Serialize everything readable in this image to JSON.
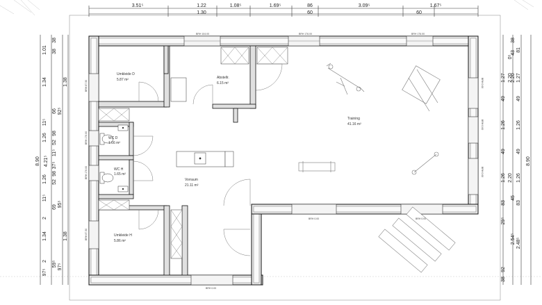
{
  "top_dimensions": {
    "row1": [
      "3.51⁵",
      "1.22",
      "1.08⁵",
      "1.69⁵",
      "86",
      "3.09⁵",
      "1.67⁵"
    ],
    "row2": [
      "1.30",
      "60",
      "60"
    ]
  },
  "left_dimensions": {
    "outer": [
      "8.90"
    ],
    "middle": [
      "4.21⁵",
      "1.38",
      "1.38"
    ],
    "inner": [
      "1.01",
      "1.34",
      "1.26",
      "1.26",
      "1.34",
      "11⁵",
      "11⁵",
      "2",
      "2",
      "97⁵"
    ],
    "detail": [
      "38",
      "38",
      "66",
      "92⁵",
      "98",
      "52",
      "11⁵",
      "37⁵",
      "98",
      "52",
      "69",
      "95⁵",
      "59⁵",
      "97⁵"
    ]
  },
  "right_dimensions": {
    "outer": [
      "8.90"
    ],
    "middle": [
      "81",
      "43",
      "1.27",
      "2.20",
      "49",
      "1.26",
      "49",
      "1.26",
      "45",
      "83",
      "2.48⁵"
    ],
    "inner": [
      "1.27",
      "2.20",
      "49",
      "1.26",
      "49",
      "1.26",
      "2.20",
      "83",
      "29⁵",
      "2.54⁵",
      "92",
      "38"
    ],
    "detail": [
      "0⁵",
      "38"
    ]
  },
  "rooms": [
    {
      "name": "Umkleide D",
      "area": "5.87 m²"
    },
    {
      "name": "Abstellr.",
      "area": "6.15 m²"
    },
    {
      "name": "Training",
      "area": "41.16 m²"
    },
    {
      "name": "WC D",
      "area": "1.66 m²"
    },
    {
      "name": "WC H",
      "area": "1.65 m²"
    },
    {
      "name": "Vorraum",
      "area": "21.11 m²"
    },
    {
      "name": "Umkleide H",
      "area": "5.86 m²"
    }
  ],
  "sill_labels": {
    "top": [
      "BRH 104.00",
      "BRH 176.00",
      "BRH 176.00"
    ],
    "left": [
      "BRH 87.50",
      "BRH 176.00",
      "BRH 176.00",
      "BRH 87.50"
    ],
    "right": [
      "BRH 0.00",
      "BRH 0.00",
      "BRH 0.00"
    ],
    "bottom": [
      "BRH 0.00",
      "BRH 0.00",
      "BRH 0.00"
    ]
  }
}
